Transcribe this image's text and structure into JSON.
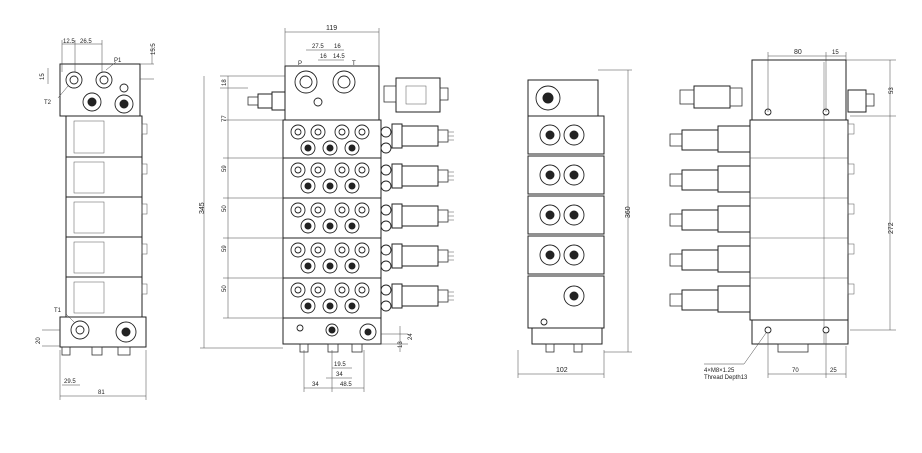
{
  "views": {
    "left": {
      "dims": [
        "12.5",
        "26.5",
        "15.5",
        "15",
        "P1",
        "T2",
        "T1",
        "20",
        "29.5",
        "81"
      ]
    },
    "front": {
      "dims": [
        "119",
        "27.5",
        "16",
        "16",
        "14.5",
        "P",
        "T",
        "18",
        "77",
        "59",
        "50",
        "59",
        "50",
        "345",
        "13",
        "24",
        "19.5",
        "34",
        "34",
        "48.5"
      ]
    },
    "side": {
      "dims": [
        "360",
        "102"
      ]
    },
    "rear": {
      "dims": [
        "80",
        "15",
        "53",
        "272",
        "70",
        "25"
      ],
      "note_thread": "4×M8×1.25",
      "note_depth": "Thread Depth13"
    }
  }
}
